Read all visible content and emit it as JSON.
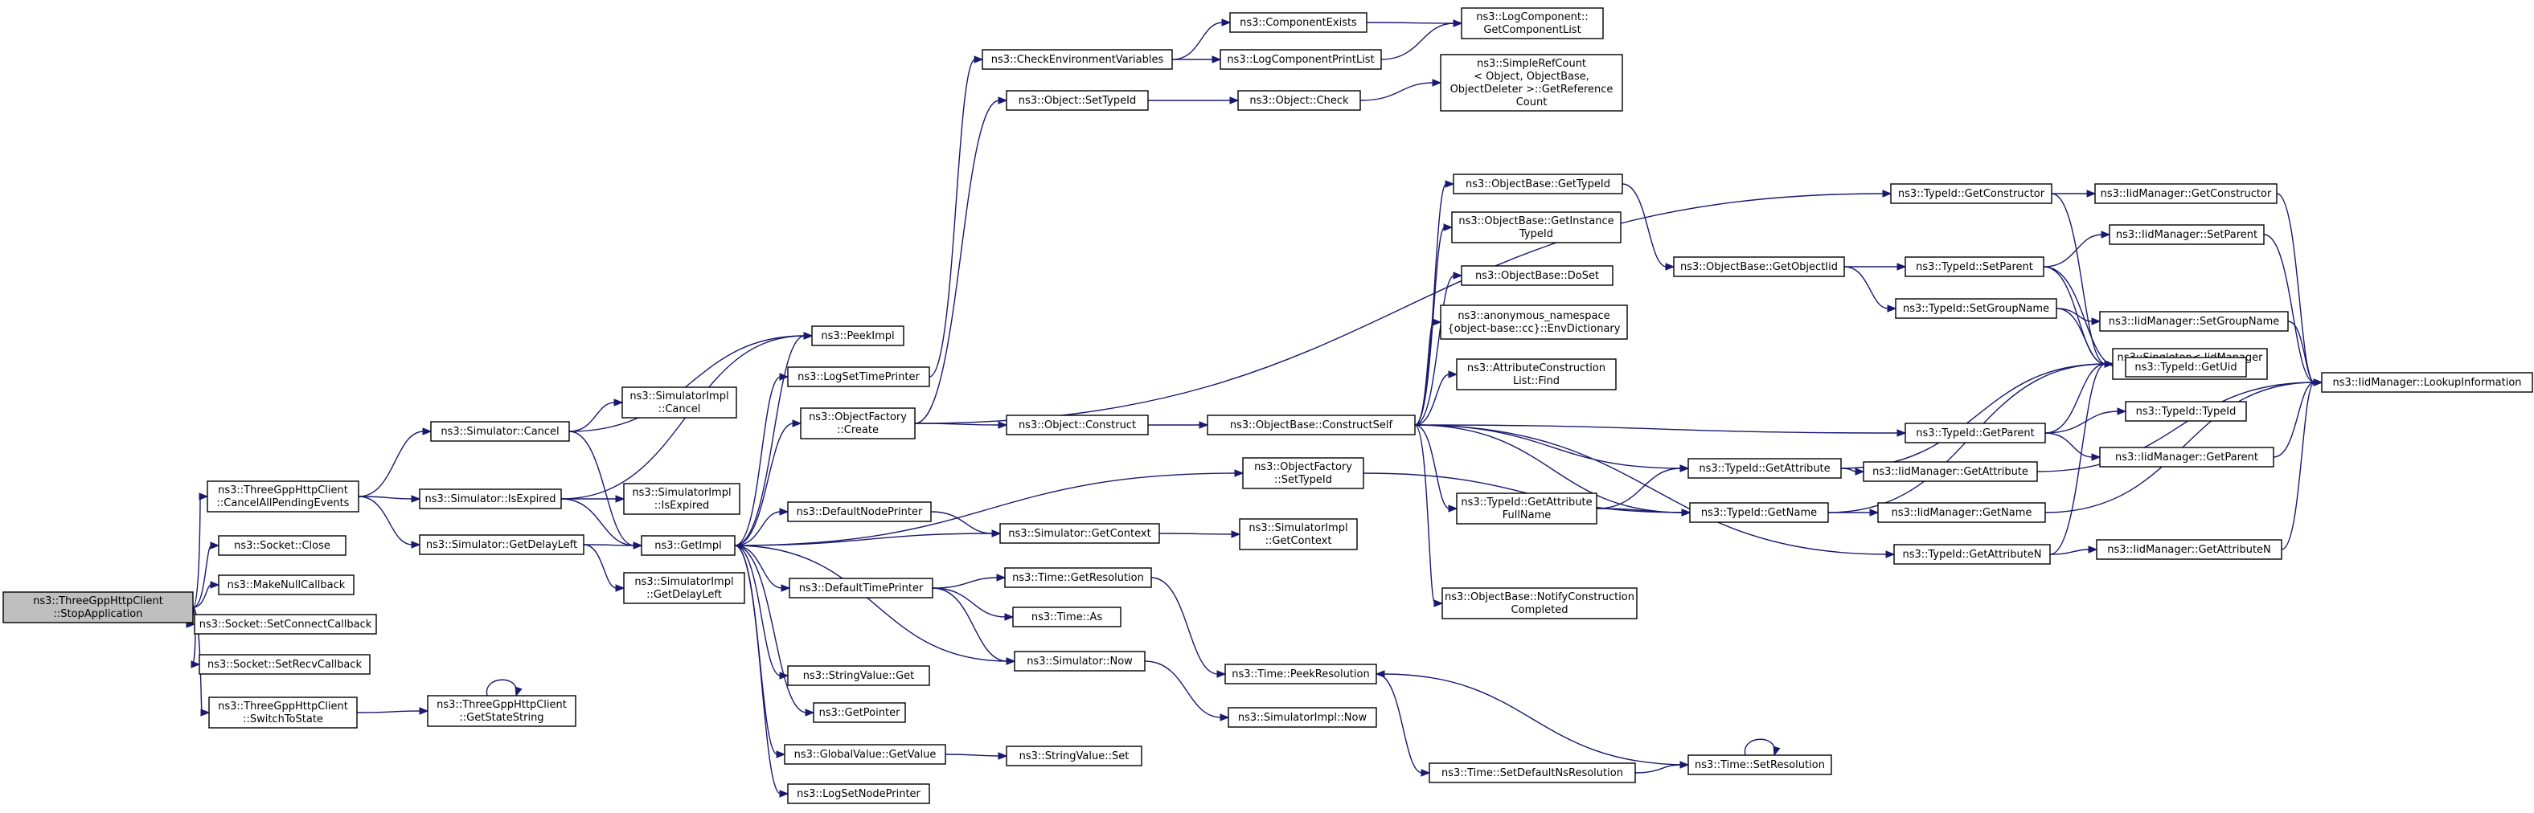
{
  "graph": {
    "title": "",
    "edge_color": "#191970",
    "root_fill": "#bfbfbf",
    "node_fill": "#ffffff",
    "nodes": [
      {
        "id": "n_stop",
        "lines": [
          "ns3::ThreeGppHttpClient",
          "::StopApplication"
        ],
        "root": true
      },
      {
        "id": "n_cancelall",
        "lines": [
          "ns3::ThreeGppHttpClient",
          "::CancelAllPendingEvents"
        ]
      },
      {
        "id": "n_sockclose",
        "lines": [
          "ns3::Socket::Close"
        ]
      },
      {
        "id": "n_nullcb",
        "lines": [
          "ns3::MakeNullCallback"
        ]
      },
      {
        "id": "n_setconn",
        "lines": [
          "ns3::Socket::SetConnectCallback"
        ]
      },
      {
        "id": "n_setrecv",
        "lines": [
          "ns3::Socket::SetRecvCallback"
        ]
      },
      {
        "id": "n_switch",
        "lines": [
          "ns3::ThreeGppHttpClient",
          "::SwitchToState"
        ]
      },
      {
        "id": "n_simcancel",
        "lines": [
          "ns3::Simulator::Cancel"
        ]
      },
      {
        "id": "n_isexpired",
        "lines": [
          "ns3::Simulator::IsExpired"
        ]
      },
      {
        "id": "n_getdelay",
        "lines": [
          "ns3::Simulator::GetDelayLeft"
        ]
      },
      {
        "id": "n_getstate",
        "lines": [
          "ns3::ThreeGppHttpClient",
          "::GetStateString"
        ]
      },
      {
        "id": "n_implcancel",
        "lines": [
          "ns3::SimulatorImpl",
          "::Cancel"
        ]
      },
      {
        "id": "n_implisexp",
        "lines": [
          "ns3::SimulatorImpl",
          "::IsExpired"
        ]
      },
      {
        "id": "n_getimpl",
        "lines": [
          "ns3::GetImpl"
        ]
      },
      {
        "id": "n_impldelay",
        "lines": [
          "ns3::SimulatorImpl",
          "::GetDelayLeft"
        ]
      },
      {
        "id": "n_peekimpl",
        "lines": [
          "ns3::PeekImpl"
        ]
      },
      {
        "id": "n_logtime",
        "lines": [
          "ns3::LogSetTimePrinter"
        ]
      },
      {
        "id": "n_ofcreate",
        "lines": [
          "ns3::ObjectFactory",
          "::Create"
        ]
      },
      {
        "id": "n_defnode",
        "lines": [
          "ns3::DefaultNodePrinter"
        ]
      },
      {
        "id": "n_deftime",
        "lines": [
          "ns3::DefaultTimePrinter"
        ]
      },
      {
        "id": "n_svget",
        "lines": [
          "ns3::StringValue::Get"
        ]
      },
      {
        "id": "n_getptr",
        "lines": [
          "ns3::GetPointer"
        ]
      },
      {
        "id": "n_gvget",
        "lines": [
          "ns3::GlobalValue::GetValue"
        ]
      },
      {
        "id": "n_lognode",
        "lines": [
          "ns3::LogSetNodePrinter"
        ]
      },
      {
        "id": "n_checkenv",
        "lines": [
          "ns3::CheckEnvironmentVariables"
        ]
      },
      {
        "id": "n_settypeid",
        "lines": [
          "ns3::Object::SetTypeId"
        ]
      },
      {
        "id": "n_objconstruct",
        "lines": [
          "ns3::Object::Construct"
        ]
      },
      {
        "id": "n_simgetctx",
        "lines": [
          "ns3::Simulator::GetContext"
        ]
      },
      {
        "id": "n_timegetres",
        "lines": [
          "ns3::Time::GetResolution"
        ]
      },
      {
        "id": "n_timeas",
        "lines": [
          "ns3::Time::As"
        ]
      },
      {
        "id": "n_simnow",
        "lines": [
          "ns3::Simulator::Now"
        ]
      },
      {
        "id": "n_svset",
        "lines": [
          "ns3::StringValue::Set"
        ]
      },
      {
        "id": "n_compexists",
        "lines": [
          "ns3::ComponentExists"
        ]
      },
      {
        "id": "n_logcompprint",
        "lines": [
          "ns3::LogComponentPrintList"
        ]
      },
      {
        "id": "n_objcheck",
        "lines": [
          "ns3::Object::Check"
        ]
      },
      {
        "id": "n_ofsettypeid",
        "lines": [
          "ns3::ObjectFactory",
          "::SetTypeId"
        ]
      },
      {
        "id": "n_implgetctx",
        "lines": [
          "ns3::SimulatorImpl",
          "::GetContext"
        ]
      },
      {
        "id": "n_timepeek",
        "lines": [
          "ns3::Time::PeekResolution"
        ]
      },
      {
        "id": "n_implnow",
        "lines": [
          "ns3::SimulatorImpl::Now"
        ]
      },
      {
        "id": "n_setdefns",
        "lines": [
          "ns3::Time::SetDefaultNsResolution"
        ]
      },
      {
        "id": "n_getcomplist",
        "lines": [
          "ns3::LogComponent::",
          "GetComponentList"
        ]
      },
      {
        "id": "n_simplerefcount",
        "lines": [
          "ns3::SimpleRefCount",
          "< Object, ObjectBase,",
          "ObjectDeleter >::GetReference",
          "Count"
        ]
      },
      {
        "id": "n_obgettid",
        "lines": [
          "ns3::ObjectBase::GetTypeId"
        ]
      },
      {
        "id": "n_obgetinst",
        "lines": [
          "ns3::ObjectBase::GetInstance",
          "TypeId"
        ]
      },
      {
        "id": "n_obdoset",
        "lines": [
          "ns3::ObjectBase::DoSet"
        ]
      },
      {
        "id": "n_envdict",
        "lines": [
          "ns3::anonymous_namespace",
          "{object-base::cc}::EnvDictionary"
        ]
      },
      {
        "id": "n_acfind",
        "lines": [
          "ns3::AttributeConstruction",
          "List::Find"
        ]
      },
      {
        "id": "n_constructself",
        "lines": [
          "ns3::ObjectBase::ConstructSelf"
        ]
      },
      {
        "id": "n_tgetattrfull",
        "lines": [
          "ns3::TypeId::GetAttribute",
          "FullName"
        ]
      },
      {
        "id": "n_notifyconst",
        "lines": [
          "ns3::ObjectBase::NotifyConstruction",
          "Completed"
        ]
      },
      {
        "id": "n_obgetoid",
        "lines": [
          "ns3::ObjectBase::GetObjectIid"
        ]
      },
      {
        "id": "n_tgetattr",
        "lines": [
          "ns3::TypeId::GetAttribute"
        ]
      },
      {
        "id": "n_tgetname",
        "lines": [
          "ns3::TypeId::GetName"
        ]
      },
      {
        "id": "n_timesetres",
        "lines": [
          "ns3::Time::SetResolution"
        ]
      },
      {
        "id": "n_tgetctor",
        "lines": [
          "ns3::TypeId::GetConstructor"
        ]
      },
      {
        "id": "n_tsetparent",
        "lines": [
          "ns3::TypeId::SetParent"
        ]
      },
      {
        "id": "n_tsetgroup",
        "lines": [
          "ns3::TypeId::SetGroupName"
        ]
      },
      {
        "id": "n_tgetparent",
        "lines": [
          "ns3::TypeId::GetParent"
        ]
      },
      {
        "id": "n_tgetattrn",
        "lines": [
          "ns3::TypeId::GetAttributeN"
        ]
      },
      {
        "id": "n_singleton",
        "lines": [
          "ns3::Singleton< IidManager",
          " >::Get"
        ]
      },
      {
        "id": "n_iidgetattr",
        "lines": [
          "ns3::IidManager::GetAttribute"
        ]
      },
      {
        "id": "n_iidgetname",
        "lines": [
          "ns3::IidManager::GetName"
        ]
      },
      {
        "id": "n_iidgetctor",
        "lines": [
          "ns3::IidManager::GetConstructor"
        ]
      },
      {
        "id": "n_iidsetparent",
        "lines": [
          "ns3::IidManager::SetParent"
        ]
      },
      {
        "id": "n_tgetuid",
        "lines": [
          "ns3::TypeId::GetUid"
        ]
      },
      {
        "id": "n_iidsetgroup",
        "lines": [
          "ns3::IidManager::SetGroupName"
        ]
      },
      {
        "id": "n_ttypeid",
        "lines": [
          "ns3::TypeId::TypeId"
        ]
      },
      {
        "id": "n_iidgetparent",
        "lines": [
          "ns3::IidManager::GetParent"
        ]
      },
      {
        "id": "n_iidgetattrn",
        "lines": [
          "ns3::IidManager::GetAttributeN"
        ]
      },
      {
        "id": "n_lookup",
        "lines": [
          "ns3::IidManager::LookupInformation"
        ]
      }
    ],
    "edges": [
      [
        "n_stop",
        "n_cancelall"
      ],
      [
        "n_stop",
        "n_sockclose"
      ],
      [
        "n_stop",
        "n_nullcb"
      ],
      [
        "n_stop",
        "n_setconn"
      ],
      [
        "n_stop",
        "n_setrecv"
      ],
      [
        "n_stop",
        "n_switch"
      ],
      [
        "n_cancelall",
        "n_simcancel"
      ],
      [
        "n_cancelall",
        "n_isexpired"
      ],
      [
        "n_cancelall",
        "n_getdelay"
      ],
      [
        "n_switch",
        "n_getstate"
      ],
      [
        "n_getstate",
        "n_getstate"
      ],
      [
        "n_simcancel",
        "n_implcancel"
      ],
      [
        "n_simcancel",
        "n_getimpl"
      ],
      [
        "n_simcancel",
        "n_peekimpl"
      ],
      [
        "n_isexpired",
        "n_implisexp"
      ],
      [
        "n_isexpired",
        "n_getimpl"
      ],
      [
        "n_isexpired",
        "n_peekimpl"
      ],
      [
        "n_getdelay",
        "n_getimpl"
      ],
      [
        "n_getdelay",
        "n_impldelay"
      ],
      [
        "n_getimpl",
        "n_peekimpl"
      ],
      [
        "n_getimpl",
        "n_logtime"
      ],
      [
        "n_getimpl",
        "n_ofcreate"
      ],
      [
        "n_getimpl",
        "n_ofsettypeid"
      ],
      [
        "n_getimpl",
        "n_defnode"
      ],
      [
        "n_getimpl",
        "n_simgetctx"
      ],
      [
        "n_getimpl",
        "n_deftime"
      ],
      [
        "n_getimpl",
        "n_svget"
      ],
      [
        "n_getimpl",
        "n_getptr"
      ],
      [
        "n_getimpl",
        "n_gvget"
      ],
      [
        "n_getimpl",
        "n_lognode"
      ],
      [
        "n_getimpl",
        "n_simnow"
      ],
      [
        "n_logtime",
        "n_checkenv"
      ],
      [
        "n_ofcreate",
        "n_settypeid"
      ],
      [
        "n_ofcreate",
        "n_objconstruct"
      ],
      [
        "n_ofcreate",
        "n_tgetctor"
      ],
      [
        "n_defnode",
        "n_simgetctx"
      ],
      [
        "n_deftime",
        "n_timegetres"
      ],
      [
        "n_deftime",
        "n_timeas"
      ],
      [
        "n_deftime",
        "n_simnow"
      ],
      [
        "n_gvget",
        "n_svset"
      ],
      [
        "n_checkenv",
        "n_compexists"
      ],
      [
        "n_checkenv",
        "n_logcompprint"
      ],
      [
        "n_compexists",
        "n_getcomplist"
      ],
      [
        "n_logcompprint",
        "n_getcomplist"
      ],
      [
        "n_settypeid",
        "n_objcheck"
      ],
      [
        "n_objcheck",
        "n_simplerefcount"
      ],
      [
        "n_objconstruct",
        "n_constructself"
      ],
      [
        "n_simgetctx",
        "n_implgetctx"
      ],
      [
        "n_timegetres",
        "n_timepeek"
      ],
      [
        "n_simnow",
        "n_implnow"
      ],
      [
        "n_ofsettypeid",
        "n_tgetname"
      ],
      [
        "n_constructself",
        "n_obgettid"
      ],
      [
        "n_constructself",
        "n_obgetinst"
      ],
      [
        "n_constructself",
        "n_obdoset"
      ],
      [
        "n_constructself",
        "n_envdict"
      ],
      [
        "n_constructself",
        "n_acfind"
      ],
      [
        "n_constructself",
        "n_tgetparent"
      ],
      [
        "n_constructself",
        "n_tgetattr"
      ],
      [
        "n_constructself",
        "n_tgetattrfull"
      ],
      [
        "n_constructself",
        "n_notifyconst"
      ],
      [
        "n_constructself",
        "n_tgetname"
      ],
      [
        "n_constructself",
        "n_tgetattrn"
      ],
      [
        "n_obgettid",
        "n_obgetoid"
      ],
      [
        "n_obgetoid",
        "n_tsetparent"
      ],
      [
        "n_obgetoid",
        "n_tsetgroup"
      ],
      [
        "n_tgetattrfull",
        "n_tgetattr"
      ],
      [
        "n_tgetattrfull",
        "n_tgetname"
      ],
      [
        "n_tgetattr",
        "n_singleton"
      ],
      [
        "n_tgetattr",
        "n_iidgetattr"
      ],
      [
        "n_tgetname",
        "n_singleton"
      ],
      [
        "n_tgetname",
        "n_iidgetname"
      ],
      [
        "n_timepeek",
        "n_setdefns"
      ],
      [
        "n_setdefns",
        "n_timesetres"
      ],
      [
        "n_timesetres",
        "n_timepeek"
      ],
      [
        "n_timesetres",
        "n_timesetres"
      ],
      [
        "n_tgetctor",
        "n_singleton"
      ],
      [
        "n_tgetctor",
        "n_iidgetctor"
      ],
      [
        "n_tsetparent",
        "n_singleton"
      ],
      [
        "n_tsetparent",
        "n_iidsetparent"
      ],
      [
        "n_tsetparent",
        "n_tgetuid"
      ],
      [
        "n_tsetgroup",
        "n_singleton"
      ],
      [
        "n_tsetgroup",
        "n_iidsetgroup"
      ],
      [
        "n_tgetparent",
        "n_singleton"
      ],
      [
        "n_tgetparent",
        "n_ttypeid"
      ],
      [
        "n_tgetparent",
        "n_iidgetparent"
      ],
      [
        "n_tgetattrn",
        "n_singleton"
      ],
      [
        "n_tgetattrn",
        "n_iidgetattrn"
      ],
      [
        "n_iidgetattr",
        "n_lookup"
      ],
      [
        "n_iidgetname",
        "n_lookup"
      ],
      [
        "n_iidgetctor",
        "n_lookup"
      ],
      [
        "n_iidsetparent",
        "n_lookup"
      ],
      [
        "n_iidsetgroup",
        "n_lookup"
      ],
      [
        "n_iidgetparent",
        "n_lookup"
      ],
      [
        "n_iidgetattrn",
        "n_lookup"
      ]
    ]
  }
}
